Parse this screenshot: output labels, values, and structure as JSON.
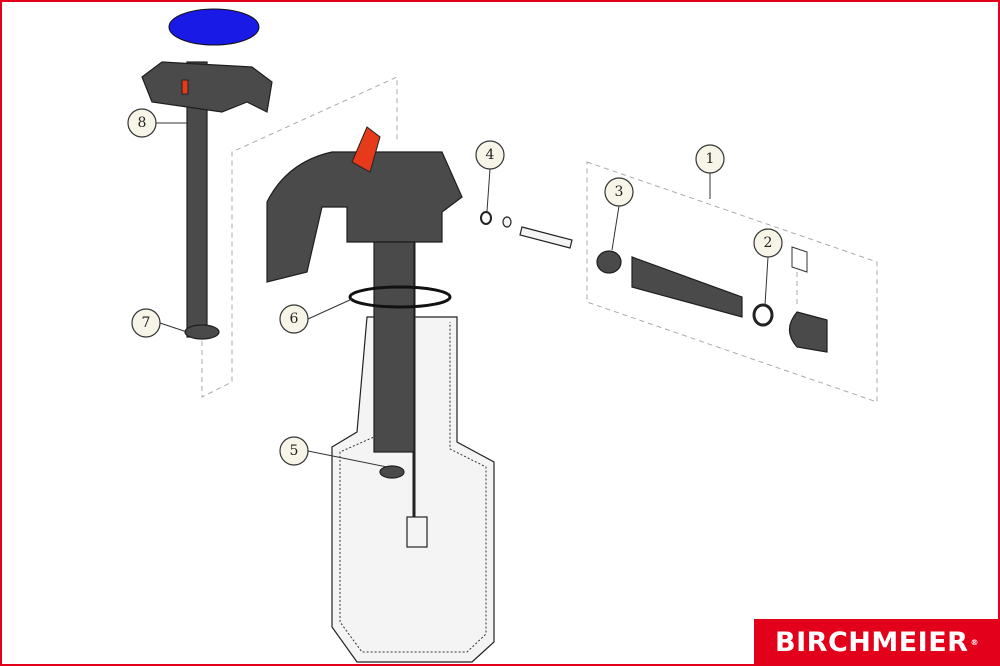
{
  "diagram": {
    "callouts": [
      {
        "label": "1"
      },
      {
        "label": "2"
      },
      {
        "label": "3"
      },
      {
        "label": "4"
      },
      {
        "label": "5"
      },
      {
        "label": "6"
      },
      {
        "label": "7"
      },
      {
        "label": "8"
      }
    ]
  },
  "brand": {
    "name": "BIRCHMEIER",
    "mark": "®"
  },
  "colors": {
    "border": "#e3001b",
    "knob": "#1a1ae6",
    "trigger": "#e63a1a",
    "part": "#4a4a4a"
  }
}
